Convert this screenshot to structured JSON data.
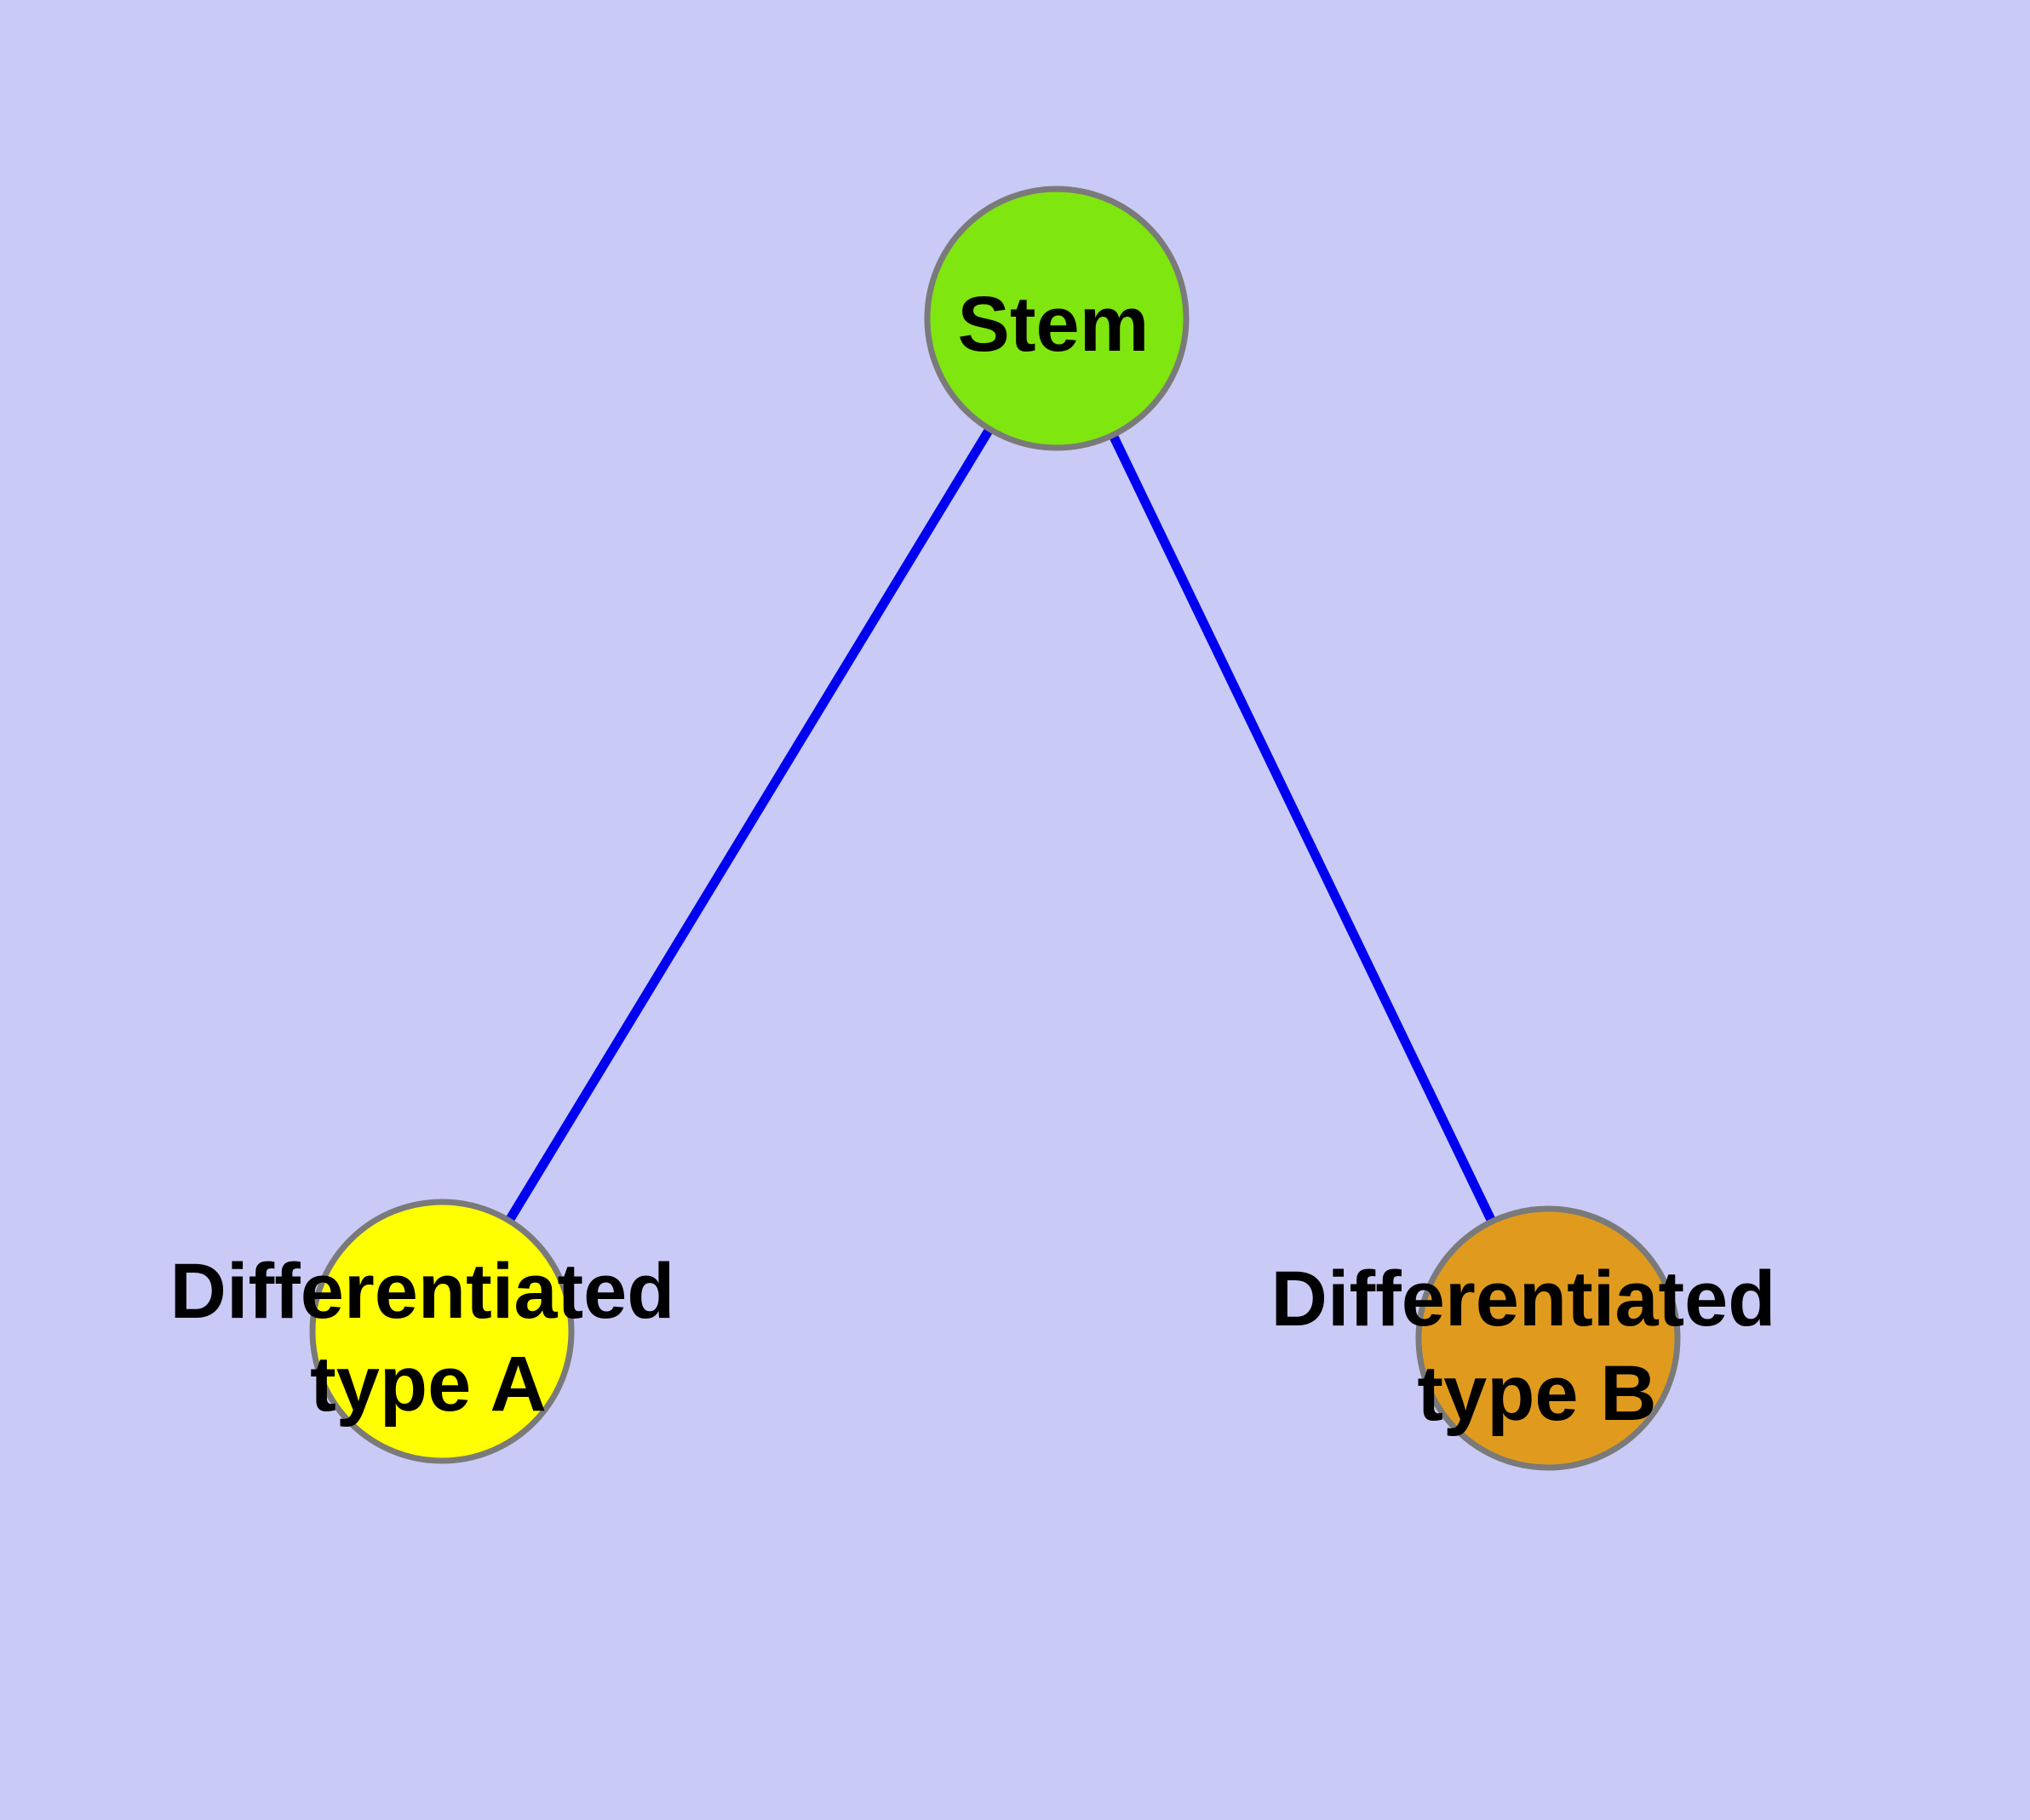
{
  "canvas": {
    "background_color": "#CACAF6",
    "edge_color": "#0000F0",
    "node_border_color": "#7A7A7A",
    "label_color": "#000000"
  },
  "nodes": {
    "stem": {
      "label": "Stem",
      "color": "#7FE60F"
    },
    "type_a": {
      "label_line1": "Differentiated",
      "label_line2": "type A",
      "color": "#FFFF00"
    },
    "type_b": {
      "label_line1": "Differentiated",
      "label_line2": "type B",
      "color": "#E09B1E"
    }
  },
  "edges": [
    {
      "from": "Stem",
      "to": "Differentiated type A"
    },
    {
      "from": "Stem",
      "to": "Differentiated type B"
    }
  ]
}
